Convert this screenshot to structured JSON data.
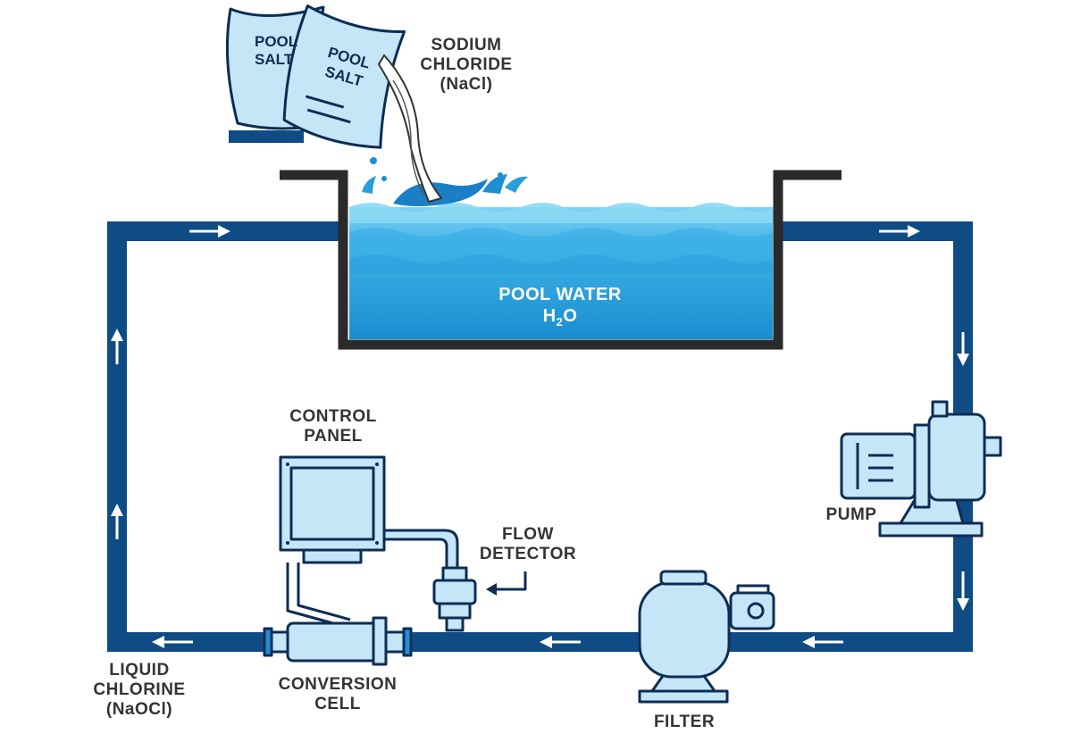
{
  "labels": {
    "sodium_chloride": [
      "SODIUM",
      "CHLORIDE",
      "(NaCl)"
    ],
    "pool_water": "POOL WATER",
    "h2o": {
      "h": "H",
      "sub": "2",
      "o": "O"
    },
    "control_panel": [
      "CONTROL",
      "PANEL"
    ],
    "flow_detector": [
      "FLOW",
      "DETECTOR"
    ],
    "pump": "PUMP",
    "filter": "FILTER",
    "conversion_cell": [
      "CONVERSION",
      "CELL"
    ],
    "liquid_chlorine": [
      "LIQUID",
      "CHLORINE",
      "(NaOCl)"
    ],
    "bag_text": [
      "POOL",
      "SALT"
    ]
  },
  "colors": {
    "pipe": "#0f4c85",
    "equipment_fill": "#c4e6f7",
    "equipment_stroke": "#0e2d55",
    "water_top": "#5cc4ee",
    "water_bottom": "#1d91d3",
    "wall": "#2a2a2a",
    "text": "#333338",
    "arrow": "#ffffff"
  },
  "icons": [
    "flow-arrow-icon",
    "pointer-arrow-icon"
  ]
}
